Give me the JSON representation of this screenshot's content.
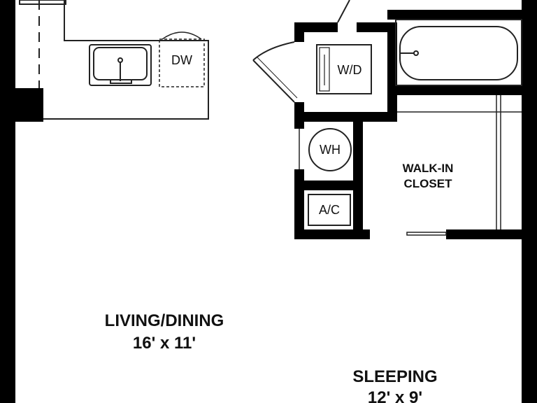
{
  "colors": {
    "wall": "#000000",
    "line": "#222222",
    "background": "#ffffff"
  },
  "fixtures": {
    "dishwasher": "DW",
    "washer_dryer": "W/D",
    "water_heater": "WH",
    "air_conditioner": "A/C"
  },
  "rooms": {
    "closet_line1": "WALK-IN",
    "closet_line2": "CLOSET",
    "living_name": "LIVING/DINING",
    "living_size": "16' x 11'",
    "sleeping_name": "SLEEPING",
    "sleeping_size": "12' x 9'"
  }
}
